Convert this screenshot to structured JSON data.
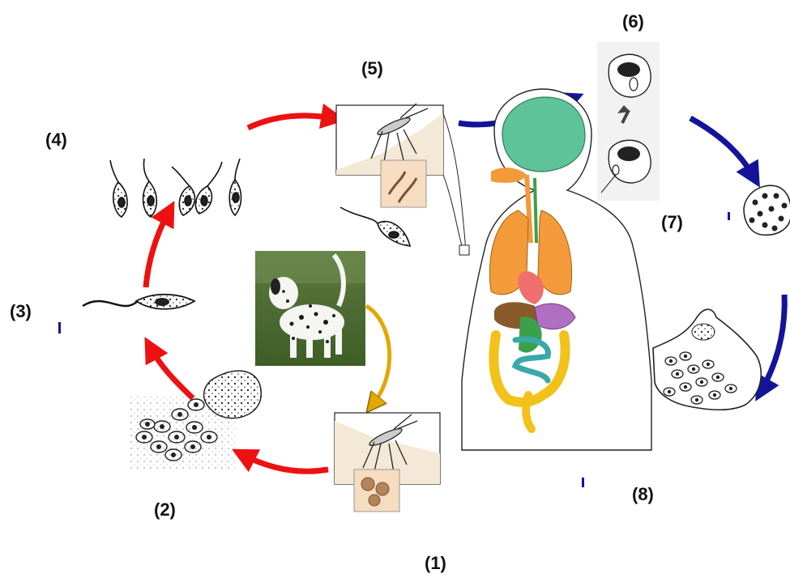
{
  "labels": {
    "step1": "(1)",
    "step2": "(2)",
    "step3": "(3)",
    "step4": "(4)",
    "step5": "(5)",
    "step6": "(6)",
    "step7": "(7)",
    "step8": "(8)"
  },
  "colors": {
    "sandfly_cycle_arrow": "#ee1111",
    "human_cycle_arrow": "#14149a",
    "dog_arrow": "#e0a800",
    "brain": "#5fc39a",
    "lungs": "#f39a3a",
    "heart": "#ef6f6f",
    "liver": "#8a5a2b",
    "stomach": "#3aa14a",
    "spleen": "#b06fc0",
    "large_intestine": "#f2c21a",
    "small_intestine": "#3aa8a8",
    "sample_panel": "#f6dcc0"
  },
  "icons": {
    "dog": "dog-photo",
    "sandfly": "sandfly-icon",
    "human": "human-organs-icon"
  }
}
